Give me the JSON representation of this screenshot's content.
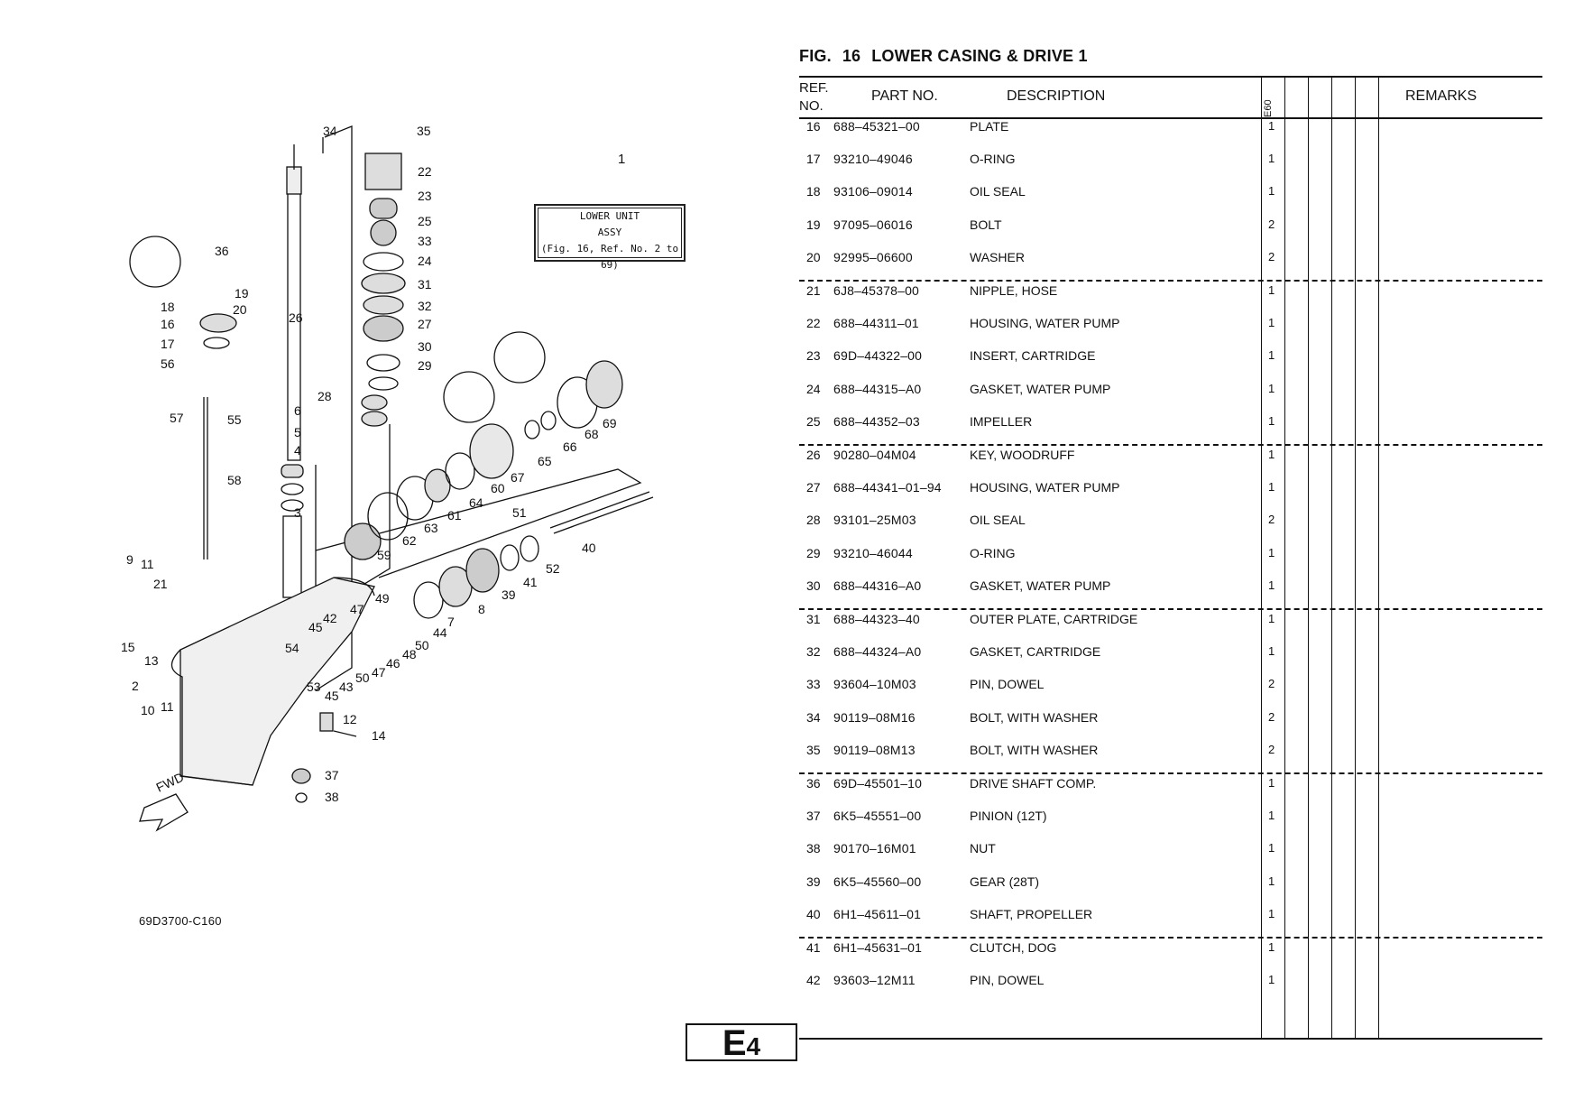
{
  "figure": {
    "label": "FIG.",
    "number": "16",
    "title": "LOWER CASING & DRIVE 1"
  },
  "table": {
    "headers": {
      "ref": "REF. NO.",
      "part": "PART NO.",
      "desc": "DESCRIPTION",
      "model": "E60",
      "remarks": "REMARKS"
    },
    "rows": [
      {
        "ref": "16",
        "part": "688–45321–00",
        "desc": "PLATE",
        "qty": "1"
      },
      {
        "ref": "17",
        "part": "93210–49046",
        "desc": "O-RING",
        "qty": "1"
      },
      {
        "ref": "18",
        "part": "93106–09014",
        "desc": "OIL SEAL",
        "qty": "1"
      },
      {
        "ref": "19",
        "part": "97095–06016",
        "desc": "BOLT",
        "qty": "2"
      },
      {
        "ref": "20",
        "part": "92995–06600",
        "desc": "WASHER",
        "qty": "2"
      },
      {
        "ref": "21",
        "part": "6J8–45378–00",
        "desc": "NIPPLE, HOSE",
        "qty": "1"
      },
      {
        "ref": "22",
        "part": "688–44311–01",
        "desc": "HOUSING, WATER PUMP",
        "qty": "1"
      },
      {
        "ref": "23",
        "part": "69D–44322–00",
        "desc": "INSERT, CARTRIDGE",
        "qty": "1"
      },
      {
        "ref": "24",
        "part": "688–44315–A0",
        "desc": "GASKET, WATER PUMP",
        "qty": "1"
      },
      {
        "ref": "25",
        "part": "688–44352–03",
        "desc": "IMPELLER",
        "qty": "1"
      },
      {
        "ref": "26",
        "part": "90280–04M04",
        "desc": "KEY, WOODRUFF",
        "qty": "1"
      },
      {
        "ref": "27",
        "part": "688–44341–01–94",
        "desc": "HOUSING, WATER PUMP",
        "qty": "1"
      },
      {
        "ref": "28",
        "part": "93101–25M03",
        "desc": "OIL SEAL",
        "qty": "2"
      },
      {
        "ref": "29",
        "part": "93210–46044",
        "desc": "O-RING",
        "qty": "1"
      },
      {
        "ref": "30",
        "part": "688–44316–A0",
        "desc": "GASKET, WATER PUMP",
        "qty": "1"
      },
      {
        "ref": "31",
        "part": "688–44323–40",
        "desc": "OUTER PLATE, CARTRIDGE",
        "qty": "1"
      },
      {
        "ref": "32",
        "part": "688–44324–A0",
        "desc": "GASKET, CARTRIDGE",
        "qty": "1"
      },
      {
        "ref": "33",
        "part": "93604–10M03",
        "desc": "PIN, DOWEL",
        "qty": "2"
      },
      {
        "ref": "34",
        "part": "90119–08M16",
        "desc": "BOLT, WITH WASHER",
        "qty": "2"
      },
      {
        "ref": "35",
        "part": "90119–08M13",
        "desc": "BOLT, WITH WASHER",
        "qty": "2"
      },
      {
        "ref": "36",
        "part": "69D–45501–10",
        "desc": "DRIVE SHAFT COMP.",
        "qty": "1"
      },
      {
        "ref": "37",
        "part": "6K5–45551–00",
        "desc": "PINION (12T)",
        "qty": "1"
      },
      {
        "ref": "38",
        "part": "90170–16M01",
        "desc": "NUT",
        "qty": "1"
      },
      {
        "ref": "39",
        "part": "6K5–45560–00",
        "desc": "GEAR (28T)",
        "qty": "1"
      },
      {
        "ref": "40",
        "part": "6H1–45611–01",
        "desc": "SHAFT, PROPELLER",
        "qty": "1"
      },
      {
        "ref": "41",
        "part": "6H1–45631–01",
        "desc": "CLUTCH, DOG",
        "qty": "1"
      },
      {
        "ref": "42",
        "part": "93603–12M11",
        "desc": "PIN, DOWEL",
        "qty": "1"
      }
    ]
  },
  "diagram": {
    "assy_ref": "1",
    "assy_line1": "LOWER UNIT",
    "assy_line2": "ASSY",
    "assy_line3": "(Fig. 16, Ref. No. 2 to 69)",
    "code": "69D3700-C160",
    "fwd_label": "FWD",
    "callouts": [
      "34",
      "35",
      "22",
      "23",
      "25",
      "33",
      "24",
      "31",
      "32",
      "27",
      "30",
      "29",
      "28",
      "36",
      "19",
      "20",
      "18",
      "16",
      "26",
      "17",
      "56",
      "57",
      "55",
      "6",
      "5",
      "4",
      "58",
      "3",
      "9",
      "11",
      "21",
      "2",
      "13",
      "15",
      "10",
      "12",
      "14",
      "37",
      "38",
      "54",
      "45",
      "42",
      "47",
      "49",
      "50",
      "48",
      "46",
      "43",
      "53",
      "44",
      "7",
      "8",
      "39",
      "41",
      "52",
      "40",
      "51",
      "59",
      "62",
      "63",
      "61",
      "64",
      "60",
      "67",
      "65",
      "66",
      "68",
      "69"
    ]
  },
  "page": {
    "letter": "E",
    "number": "4"
  }
}
